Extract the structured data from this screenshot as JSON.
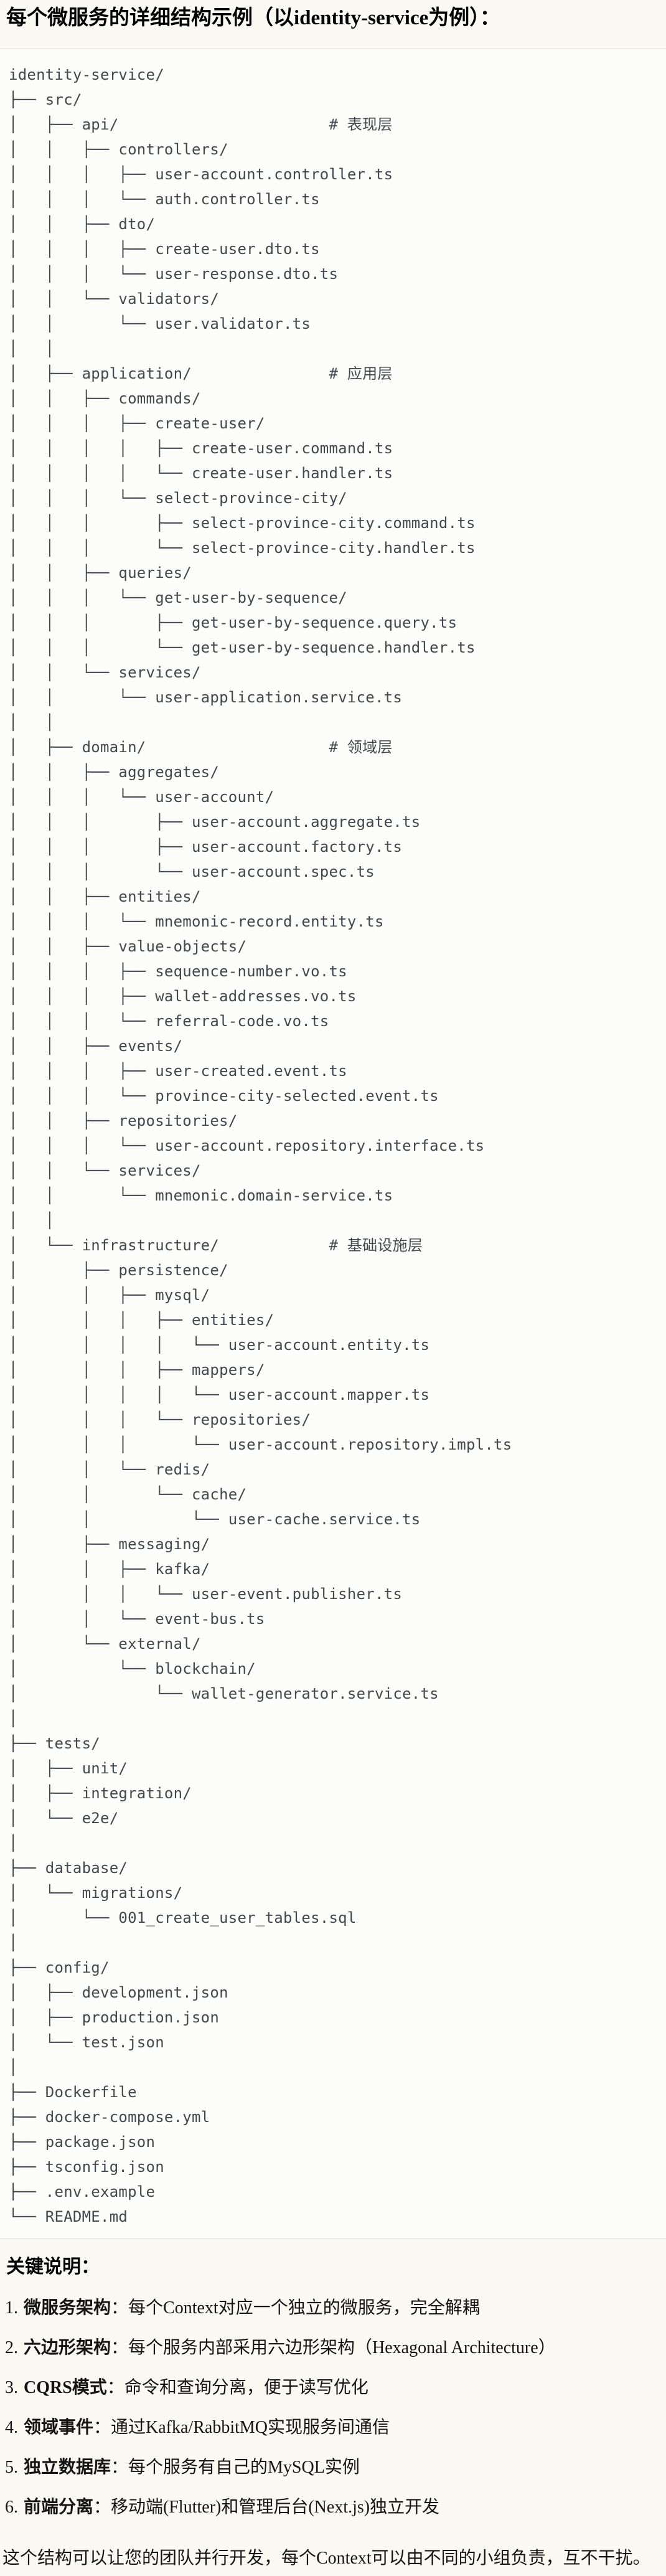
{
  "page": {
    "title": "每个微服务的详细结构示例（以identity-service为例）：",
    "notes_heading": "关键说明：",
    "closing": "这个结构可以让您的团队并行开发，每个Context可以由不同的小组负责，互不干扰。"
  },
  "tree": {
    "lines": [
      "identity-service/",
      "├── src/",
      "│   ├── api/                       # 表现层",
      "│   │   ├── controllers/",
      "│   │   │   ├── user-account.controller.ts",
      "│   │   │   └── auth.controller.ts",
      "│   │   ├── dto/",
      "│   │   │   ├── create-user.dto.ts",
      "│   │   │   └── user-response.dto.ts",
      "│   │   └── validators/",
      "│   │       └── user.validator.ts",
      "│   │",
      "│   ├── application/               # 应用层",
      "│   │   ├── commands/",
      "│   │   │   ├── create-user/",
      "│   │   │   │   ├── create-user.command.ts",
      "│   │   │   │   └── create-user.handler.ts",
      "│   │   │   └── select-province-city/",
      "│   │   │       ├── select-province-city.command.ts",
      "│   │   │       └── select-province-city.handler.ts",
      "│   │   ├── queries/",
      "│   │   │   └── get-user-by-sequence/",
      "│   │   │       ├── get-user-by-sequence.query.ts",
      "│   │   │       └── get-user-by-sequence.handler.ts",
      "│   │   └── services/",
      "│   │       └── user-application.service.ts",
      "│   │",
      "│   ├── domain/                    # 领域层",
      "│   │   ├── aggregates/",
      "│   │   │   └── user-account/",
      "│   │   │       ├── user-account.aggregate.ts",
      "│   │   │       ├── user-account.factory.ts",
      "│   │   │       └── user-account.spec.ts",
      "│   │   ├── entities/",
      "│   │   │   └── mnemonic-record.entity.ts",
      "│   │   ├── value-objects/",
      "│   │   │   ├── sequence-number.vo.ts",
      "│   │   │   ├── wallet-addresses.vo.ts",
      "│   │   │   └── referral-code.vo.ts",
      "│   │   ├── events/",
      "│   │   │   ├── user-created.event.ts",
      "│   │   │   └── province-city-selected.event.ts",
      "│   │   ├── repositories/",
      "│   │   │   └── user-account.repository.interface.ts",
      "│   │   └── services/",
      "│   │       └── mnemonic.domain-service.ts",
      "│   │",
      "│   └── infrastructure/            # 基础设施层",
      "│       ├── persistence/",
      "│       │   ├── mysql/",
      "│       │   │   ├── entities/",
      "│       │   │   │   └── user-account.entity.ts",
      "│       │   │   ├── mappers/",
      "│       │   │   │   └── user-account.mapper.ts",
      "│       │   │   └── repositories/",
      "│       │   │       └── user-account.repository.impl.ts",
      "│       │   └── redis/",
      "│       │       └── cache/",
      "│       │           └── user-cache.service.ts",
      "│       ├── messaging/",
      "│       │   ├── kafka/",
      "│       │   │   └── user-event.publisher.ts",
      "│       │   └── event-bus.ts",
      "│       └── external/",
      "│           └── blockchain/",
      "│               └── wallet-generator.service.ts",
      "│",
      "├── tests/",
      "│   ├── unit/",
      "│   ├── integration/",
      "│   └── e2e/",
      "│",
      "├── database/",
      "│   └── migrations/",
      "│       └── 001_create_user_tables.sql",
      "│",
      "├── config/",
      "│   ├── development.json",
      "│   ├── production.json",
      "│   └── test.json",
      "│",
      "├── Dockerfile",
      "├── docker-compose.yml",
      "├── package.json",
      "├── tsconfig.json",
      "├── .env.example",
      "└── README.md"
    ]
  },
  "notes": [
    {
      "num": "1.",
      "term": "微服务架构",
      "colon": "：",
      "desc": "每个Context对应一个独立的微服务，完全解耦"
    },
    {
      "num": "2.",
      "term": "六边形架构",
      "colon": "：",
      "desc": "每个服务内部采用六边形架构（Hexagonal Architecture）"
    },
    {
      "num": "3.",
      "term": "CQRS模式",
      "colon": "：",
      "desc": "命令和查询分离，便于读写优化"
    },
    {
      "num": "4.",
      "term": "领域事件",
      "colon": "：",
      "desc": "通过Kafka/RabbitMQ实现服务间通信"
    },
    {
      "num": "5.",
      "term": "独立数据库",
      "colon": "：",
      "desc": "每个服务有自己的MySQL实例"
    },
    {
      "num": "6.",
      "term": "前端分离",
      "colon": "：",
      "desc": "移动端(Flutter)和管理后台(Next.js)独立开发"
    }
  ]
}
